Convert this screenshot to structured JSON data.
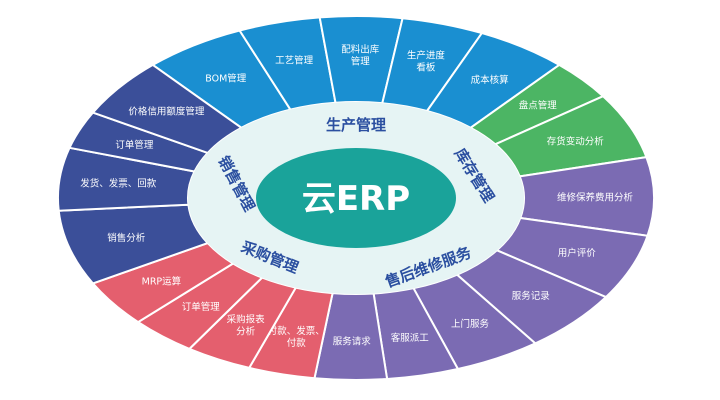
{
  "center": {
    "label": "云ERP"
  },
  "colors": {
    "blue": "#1a8fd1",
    "green": "#4cb564",
    "purple": "#7b6bb3",
    "navy": "#3b4f99",
    "red": "#e45f6e",
    "ring": "#e6f4f4",
    "center": "#1aa39a",
    "category_text": "#2b4fa0"
  },
  "categories": [
    {
      "label": "生产管理"
    },
    {
      "label": "库存管理"
    },
    {
      "label": "售后维修服务"
    },
    {
      "label": "采购管理"
    },
    {
      "label": "销售管理"
    }
  ],
  "segments": [
    {
      "group": "blue",
      "lines": [
        "BOM管理"
      ]
    },
    {
      "group": "blue",
      "lines": [
        "工艺管理"
      ]
    },
    {
      "group": "blue",
      "lines": [
        "配料出库",
        "管理"
      ]
    },
    {
      "group": "blue",
      "lines": [
        "生产进度",
        "看板"
      ]
    },
    {
      "group": "blue",
      "lines": [
        "成本核算"
      ]
    },
    {
      "group": "green",
      "lines": [
        "盘点管理"
      ]
    },
    {
      "group": "green",
      "lines": [
        "存货变动分析"
      ]
    },
    {
      "group": "purple",
      "lines": [
        "维修保养费用分析"
      ]
    },
    {
      "group": "purple",
      "lines": [
        "用户评价"
      ]
    },
    {
      "group": "purple",
      "lines": [
        "服务记录"
      ]
    },
    {
      "group": "purple",
      "lines": [
        "上门服务"
      ]
    },
    {
      "group": "purple",
      "lines": [
        "客服派工"
      ]
    },
    {
      "group": "purple",
      "lines": [
        "服务请求"
      ]
    },
    {
      "group": "red",
      "lines": [
        "付款、发票、",
        "付款"
      ]
    },
    {
      "group": "red",
      "lines": [
        "采购报表",
        "分析"
      ]
    },
    {
      "group": "red",
      "lines": [
        "订单管理"
      ]
    },
    {
      "group": "red",
      "lines": [
        "MRP运算"
      ]
    },
    {
      "group": "navy",
      "lines": [
        "销售分析"
      ]
    },
    {
      "group": "navy",
      "lines": [
        "发货、发票、回款"
      ]
    },
    {
      "group": "navy",
      "lines": [
        "订单管理"
      ]
    },
    {
      "group": "navy",
      "lines": [
        "价格信用额度管理"
      ]
    }
  ]
}
